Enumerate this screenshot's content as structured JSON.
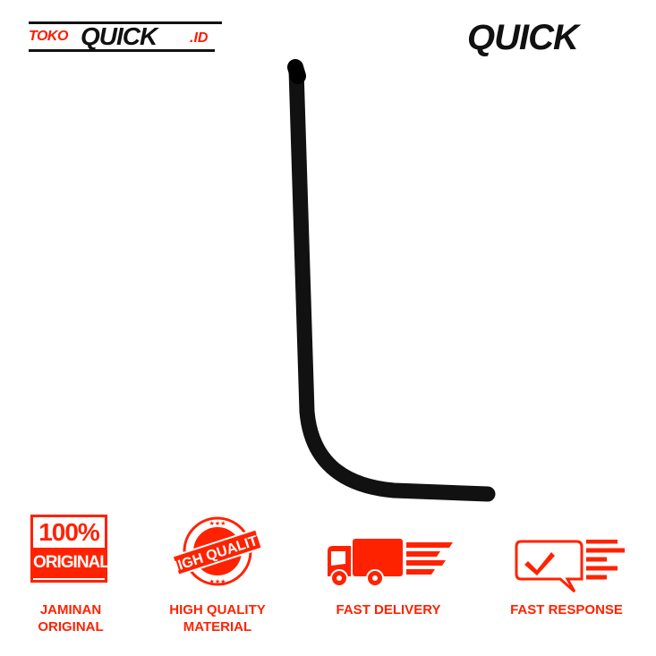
{
  "header": {
    "store_logo": {
      "prefix": "TOKO",
      "name": "QUICK",
      "suffix": ".ID"
    },
    "brand_logo": "QUICK"
  },
  "colors": {
    "accent": "#ff2200",
    "product": "#111111"
  },
  "badges": [
    {
      "icon": "original-badge-icon",
      "icon_text": [
        "100%",
        "ORIGINAL"
      ],
      "label_lines": [
        "JAMINAN",
        "ORIGINAL"
      ]
    },
    {
      "icon": "quality-stamp-icon",
      "icon_text": [
        "HIGH QUALITY"
      ],
      "label_lines": [
        "HIGH QUALITY",
        "MATERIAL"
      ]
    },
    {
      "icon": "delivery-truck-icon",
      "label_lines": [
        "FAST DELIVERY"
      ]
    },
    {
      "icon": "chat-check-icon",
      "label_lines": [
        "FAST RESPONSE"
      ]
    }
  ]
}
